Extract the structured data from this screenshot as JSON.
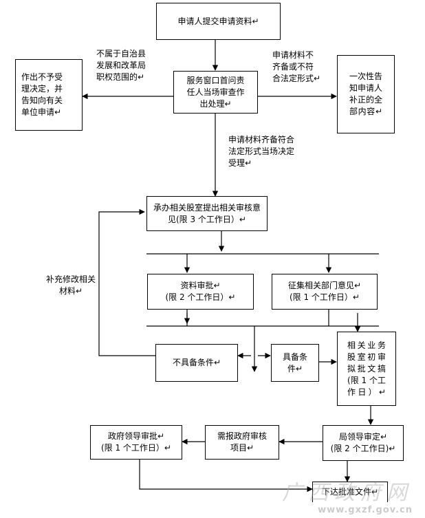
{
  "boxes": {
    "submit": "申请人提交申请资料↵",
    "window": "服务窗口首问责\n任人当场审查作\n出处理↵",
    "reject": "作出不予受\n理决定，并\n告知向有关\n单位申请↵",
    "inform": "一次性告\n知申请人\n补正的全\n部内容↵",
    "dept_opinion": "承办相关股室提出相关审核意\n见(限 3 个工作日）↵",
    "review": "资料审批↵\n(限 2 个工作日）↵",
    "solicit": "征集相关部门意见↵\n(限 1 个工作日）↵",
    "not_meet": "不具备条件↵",
    "meet": "具备条\n件↵",
    "draft": "相关业务\n股室初审\n拟批文搞\n(限 1 个工\n作日）↵",
    "bureau": "局领导审定↵\n(限 2 个工作日)↵",
    "gov_report": "需报政府审核\n项目↵",
    "gov_approve": "政府领导审批↵\n(限 1 个工作日）↵",
    "issue": "下达批准文件↵"
  },
  "labels": {
    "out_of_scope": "不属于自治县\n发展和改革局\n职权范围的↵",
    "incomplete": "申请材料不\n齐备或不符\n合法定形式↵",
    "accept": "申请材料齐备符合\n法定形式当场决定\n受理↵",
    "supplement": "补充修改相关\n材料↵"
  },
  "watermark": {
    "site_name": "广西政府网",
    "url": "www.gxzf.gov.cn"
  }
}
